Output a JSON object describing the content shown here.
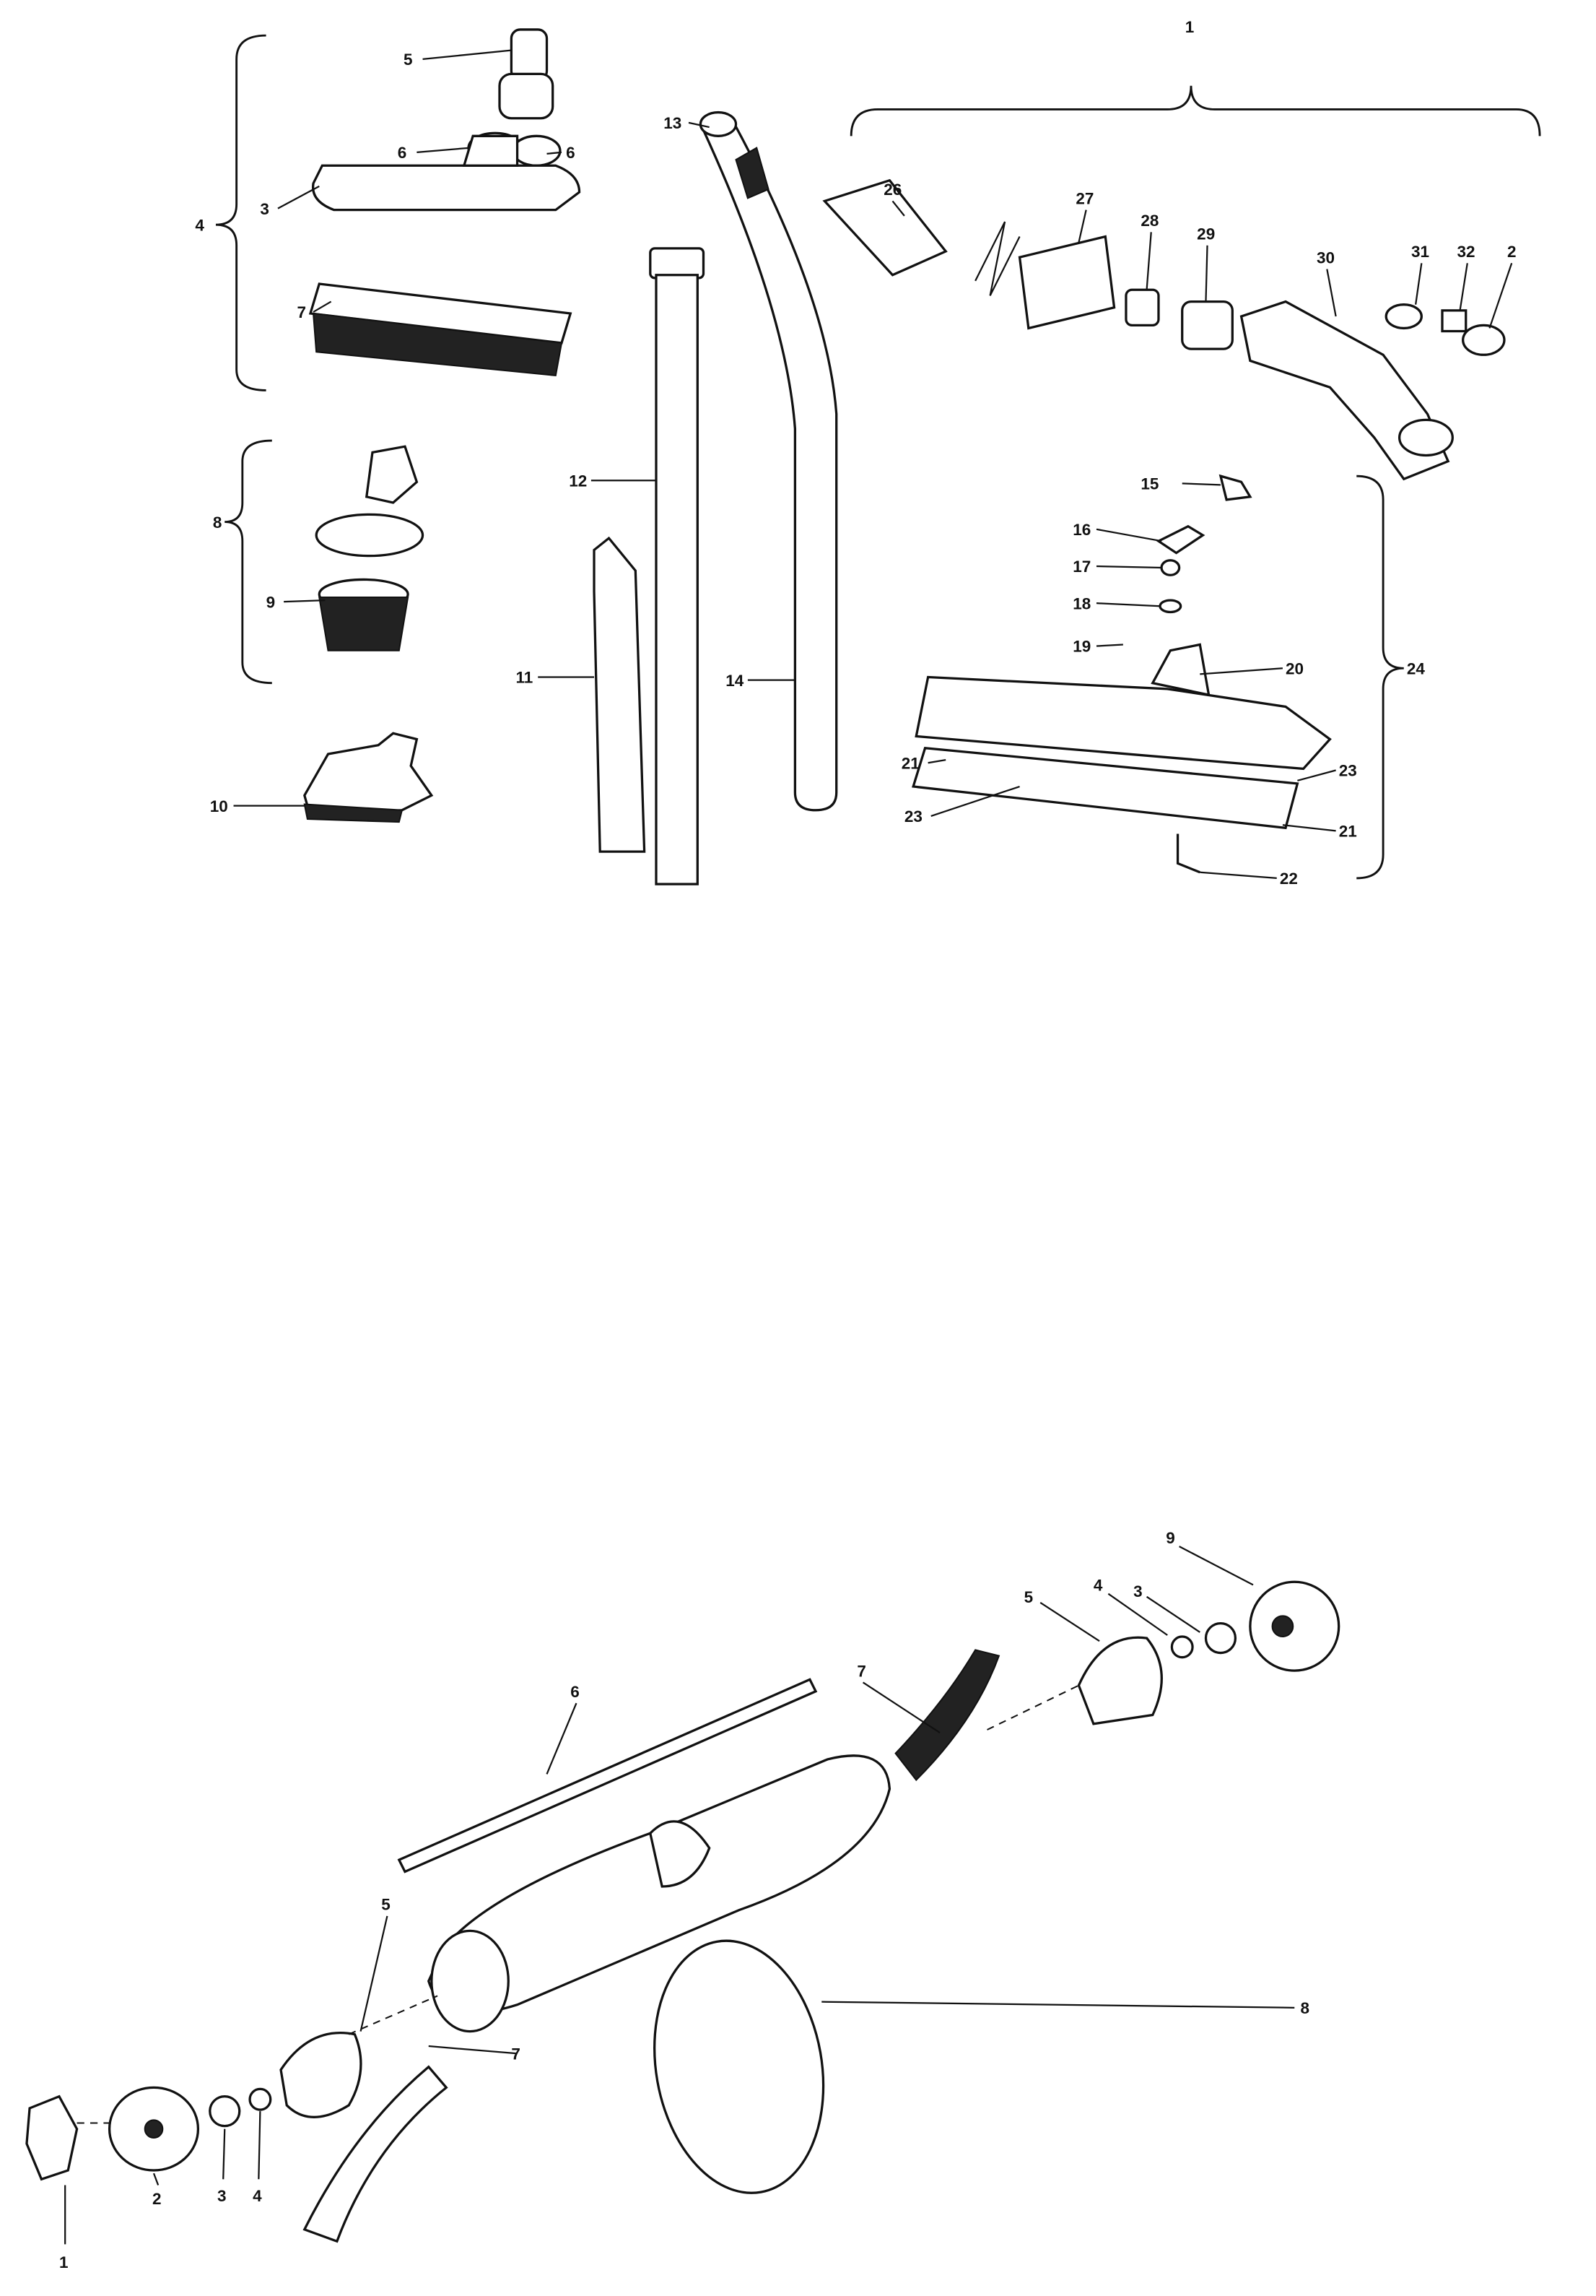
{
  "top_diagram": {
    "callouts": [
      "1",
      "26",
      "27",
      "28",
      "29",
      "30",
      "31",
      "32",
      "2",
      "5",
      "13",
      "6",
      "6",
      "4",
      "3",
      "7",
      "12",
      "8",
      "9",
      "11",
      "14",
      "10",
      "15",
      "16",
      "17",
      "18",
      "19",
      "20",
      "24",
      "21",
      "23",
      "23",
      "21",
      "22"
    ]
  },
  "bottom_diagram": {
    "callouts": [
      "9",
      "5",
      "4",
      "3",
      "7",
      "6",
      "5",
      "8",
      "7",
      "1",
      "2",
      "3",
      "4"
    ]
  }
}
